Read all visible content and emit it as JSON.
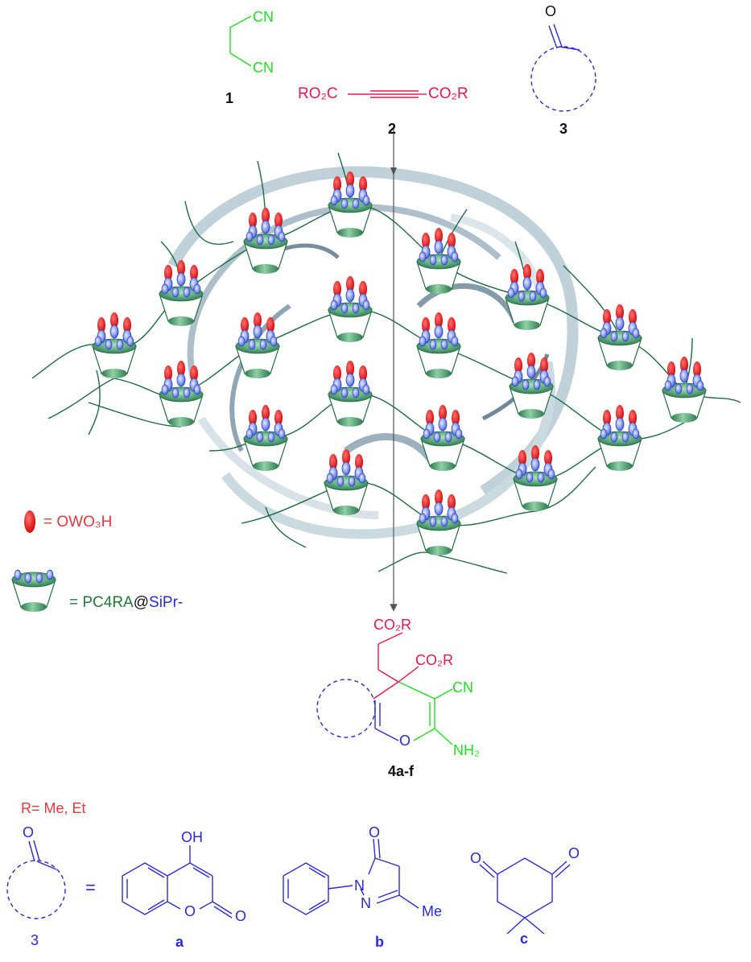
{
  "colors": {
    "malononitrile": "#22dd22",
    "ester": "#e8174d",
    "ring": "#2b2bd6",
    "catalyst_green": "#3f8f5e",
    "tether_line": "#1d6b45",
    "oval_red": "#e8000b",
    "oval_blue": "#2f4fd0",
    "legend_red": "#e23b3b"
  },
  "reactants": {
    "r1": {
      "label": "1",
      "cn_top": "CN",
      "cn_bottom": "CN"
    },
    "r2": {
      "label": "2",
      "left": "RO₂C",
      "right": "CO₂R"
    },
    "r3": {
      "label": "3",
      "carbonyl": "O"
    }
  },
  "legend": {
    "acid_group": "= OWO₃H",
    "support_eq": "= PC4RA",
    "support_at": "@",
    "support_si": "SiPr-"
  },
  "product": {
    "sub1": "CO₂R",
    "sub2": "CO₂R",
    "cn": "CN",
    "nh2": "NH₂",
    "o": "O",
    "label": "4a-f"
  },
  "r_definition": "R= Me, Et",
  "bottom_legend": {
    "eq": "=",
    "ring_label": "3",
    "a": {
      "label": "a",
      "oh": "OH",
      "o_ring": "O",
      "o_carbonyl": "O"
    },
    "b": {
      "label": "b",
      "o": "O",
      "n1": "N",
      "n2": "N",
      "me": "Me"
    },
    "c": {
      "label": "c",
      "o_left": "O",
      "o_right": "O"
    }
  },
  "icons": [
    "calixarene-cup-icon",
    "acid-oval-icon",
    "water-swirl-icon",
    "reaction-arrow-icon"
  ]
}
